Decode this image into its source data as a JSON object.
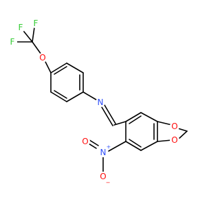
{
  "structure": {
    "atom_colors": {
      "F": "#33cc33",
      "O": "#ff0d0d",
      "N": "#3050f8",
      "C": "#000000"
    },
    "labels": {
      "f1": "F",
      "f2": "F",
      "f3": "F",
      "o_ether": "O",
      "n_imine": "N",
      "n_nitro": "N",
      "n_nitro_charge": "+",
      "o_nitro_1": "O",
      "o_nitro_2": "O",
      "o_nitro_2_charge": "−",
      "o_diox_1": "O",
      "o_diox_2": "O"
    }
  }
}
